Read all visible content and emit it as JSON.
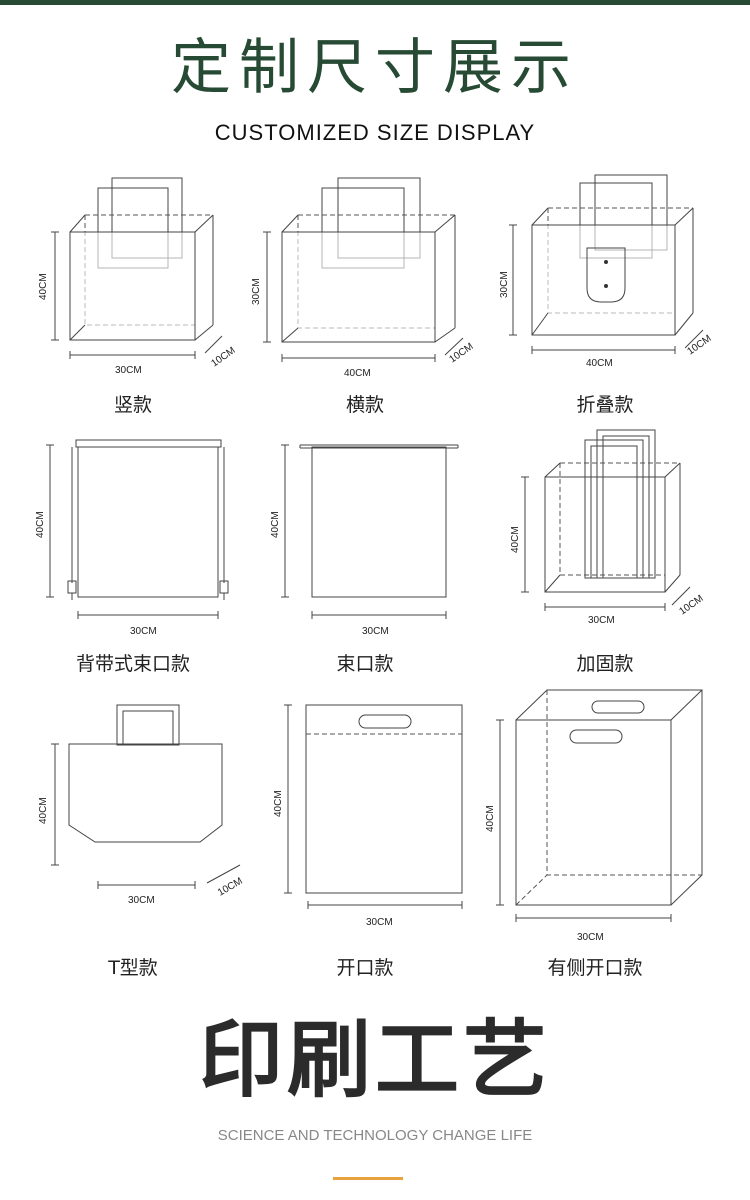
{
  "header": {
    "title_cn": "定制尺寸展示",
    "title_en": "CUSTOMIZED SIZE DISPLAY"
  },
  "bags": [
    {
      "name": "竖款",
      "width_label": "30CM",
      "height_label": "40CM",
      "depth_label": "10CM"
    },
    {
      "name": "横款",
      "width_label": "40CM",
      "height_label": "30CM",
      "depth_label": "10CM"
    },
    {
      "name": "折叠款",
      "width_label": "40CM",
      "height_label": "30CM",
      "depth_label": "10CM"
    },
    {
      "name": "背带式束口款",
      "width_label": "30CM",
      "height_label": "40CM"
    },
    {
      "name": "束口款",
      "width_label": "30CM",
      "height_label": "40CM"
    },
    {
      "name": "加固款",
      "width_label": "30CM",
      "height_label": "40CM",
      "depth_label": "10CM"
    },
    {
      "name": "T型款",
      "width_label": "30CM",
      "height_label": "40CM",
      "depth_label": "10CM"
    },
    {
      "name": "开口款",
      "width_label": "30CM",
      "height_label": "40CM"
    },
    {
      "name": "有侧开口款",
      "width_label": "30CM",
      "height_label": "40CM"
    }
  ],
  "section": {
    "title_cn": "印刷工艺",
    "title_en": "SCIENCE AND TECHNOLOGY CHANGE LIFE"
  },
  "colors": {
    "brand_green": "#264a33",
    "accent_orange": "#e8a13c"
  }
}
